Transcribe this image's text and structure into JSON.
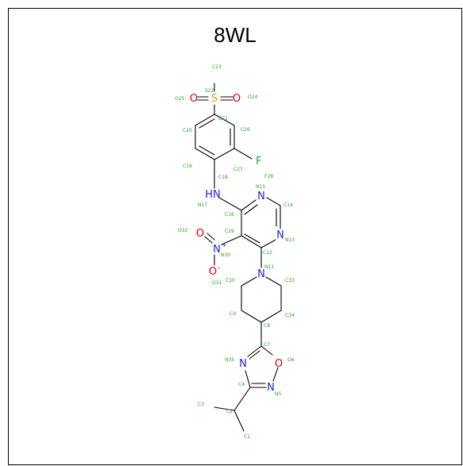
{
  "title": "8WL",
  "colors": {
    "carbon": "#000000",
    "nitrogen": "#2222dd",
    "oxygen": "#dd0000",
    "sulfur": "#ccaa00",
    "fluorine": "#22aa22",
    "label": "#22aa22"
  },
  "atoms": {
    "s": "S",
    "o_top_left": "O",
    "o_top_right": "O",
    "f": "F",
    "nh": "HN",
    "n15": "N",
    "n13": "N",
    "no2_n": "N",
    "no2_o_top": "O",
    "no2_o_bottom": "O",
    "n11": "N",
    "n35": "N",
    "o6": "O",
    "n5": "N"
  },
  "charges": {
    "plus": "+",
    "minus": "-"
  },
  "labels": {
    "c23": "C23",
    "s22": "S22",
    "o25": "O25",
    "o24": "O24",
    "c21": "C21",
    "c20": "C20",
    "c26": "C26",
    "c19": "C19",
    "c27": "C27",
    "c18": "C18",
    "f28": "F28",
    "n15": "N15",
    "n17": "N17",
    "c16": "C16",
    "c14": "C14",
    "o32": "O32",
    "c29": "C29",
    "n30": "N30",
    "c12": "C12",
    "n13": "N13",
    "n11": "N11",
    "c10": "C10",
    "c33": "C33",
    "o31": "O31",
    "c9": "C9",
    "c34": "C34",
    "c8": "C8",
    "c7": "C7",
    "n35": "N35",
    "o6": "O6",
    "c4": "C4",
    "n5": "N5",
    "c3": "C3",
    "c2": "C2",
    "c1": "C1"
  }
}
